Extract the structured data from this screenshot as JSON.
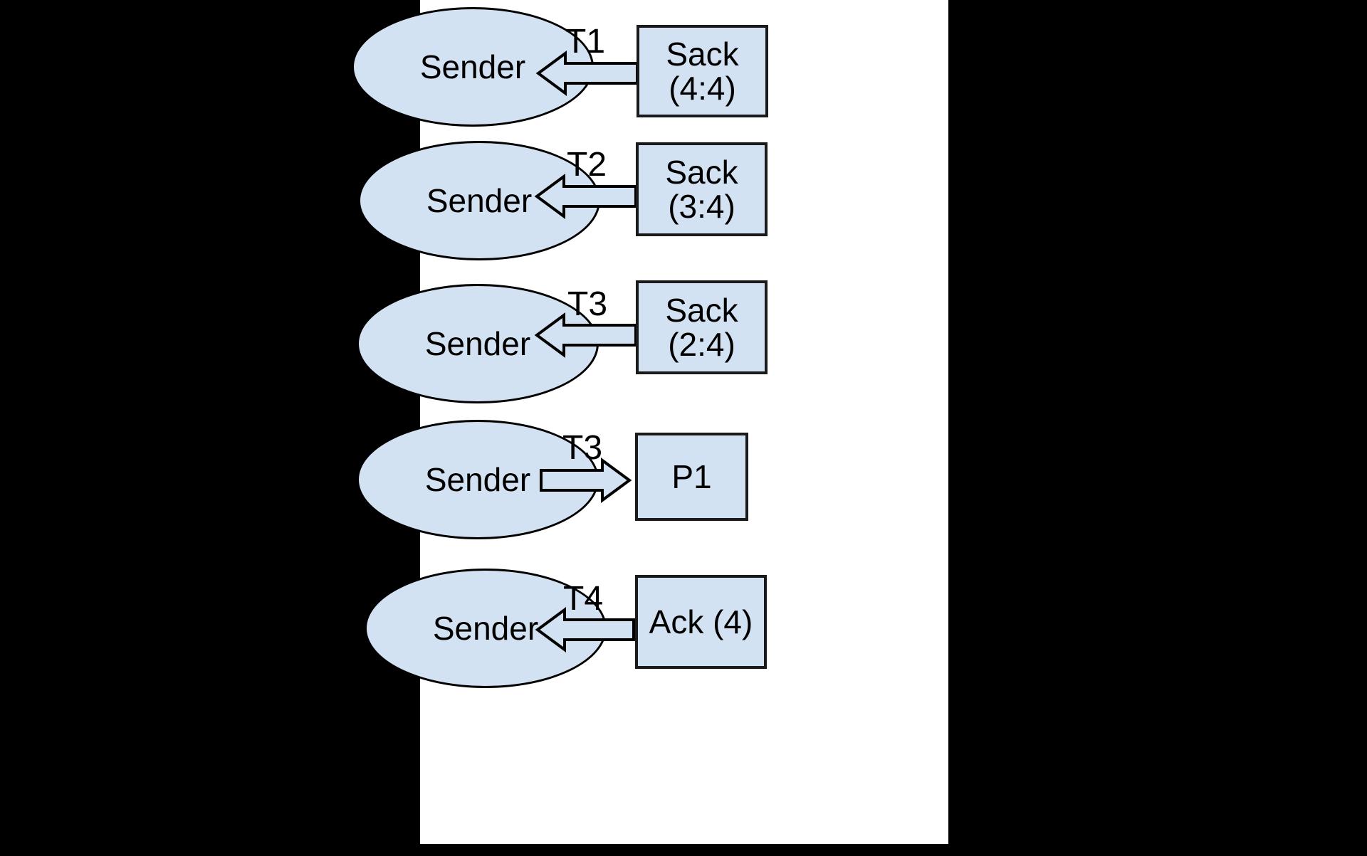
{
  "diagram": {
    "title": "TCP SACK retransmission sequence",
    "background_color": "#000000",
    "canvas_color": "#ffffff",
    "shape_fill": "#d3e2f2",
    "shape_stroke": "#000000",
    "rows": [
      {
        "node_label": "Sender",
        "arrow_label": "T1",
        "arrow_direction": "left",
        "box_lines": [
          "Sack",
          "(4:4)"
        ]
      },
      {
        "node_label": "Sender",
        "arrow_label": "T2",
        "arrow_direction": "left",
        "box_lines": [
          "Sack",
          "(3:4)"
        ]
      },
      {
        "node_label": "Sender",
        "arrow_label": "T3",
        "arrow_direction": "left",
        "box_lines": [
          "Sack",
          "(2:4)"
        ]
      },
      {
        "node_label": "Sender",
        "arrow_label": "T3",
        "arrow_direction": "right",
        "box_lines": [
          "P1"
        ]
      },
      {
        "node_label": "Sender",
        "arrow_label": "T4",
        "arrow_direction": "left",
        "box_lines": [
          "Ack (4)"
        ]
      }
    ]
  }
}
